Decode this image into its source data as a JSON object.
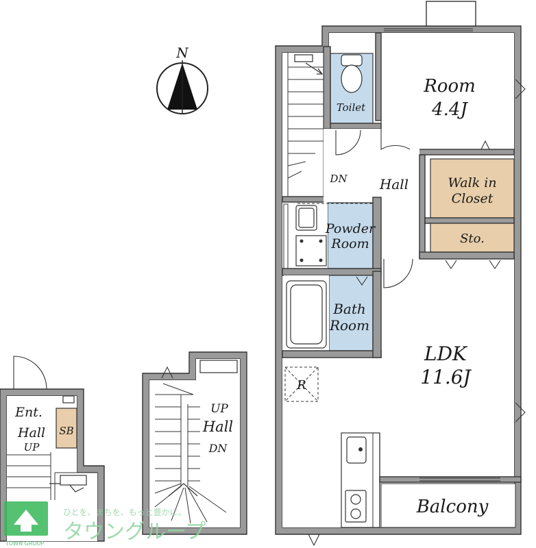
{
  "compass": {
    "label": "N"
  },
  "rooms": {
    "room": {
      "name": "Room",
      "size": "4.4J"
    },
    "toilet": {
      "name": "Toilet"
    },
    "hall_upper": {
      "name": "Hall"
    },
    "dn_upper": {
      "name": "DN"
    },
    "walk_in_closet": {
      "line1": "Walk in",
      "line2": "Closet"
    },
    "storage": {
      "name": "Sto."
    },
    "powder_room": {
      "line1": "Powder",
      "line2": "Room"
    },
    "bath_room": {
      "line1": "Bath",
      "line2": "Room"
    },
    "ldk": {
      "name": "LDK",
      "size": "11.6J"
    },
    "refrigerator": {
      "name": "R"
    },
    "balcony": {
      "name": "Balcony"
    },
    "entrance_hall": {
      "line1": "Ent.",
      "line2": "Hall",
      "line3": "UP"
    },
    "shoe_box": {
      "name": "SB"
    },
    "mid_hall": {
      "line1": "UP",
      "line2": "Hall",
      "line3": "DN"
    }
  },
  "logo": {
    "tagline": "ひとを、まちを、もっと豊かに。",
    "brand": "タウングループ",
    "sub": "TOWN GROUP"
  },
  "colors": {
    "wall": "#9a9a9a",
    "wet_area": "#c5dbec",
    "closet": "#e8ceaa",
    "logo_green": "#38b85a"
  }
}
